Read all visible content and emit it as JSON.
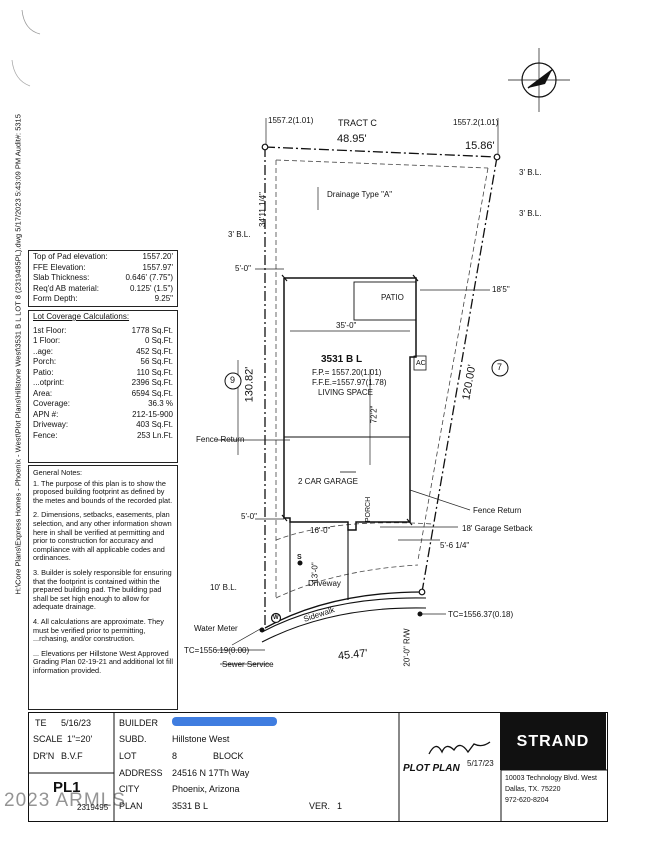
{
  "sidebar_text": "H:\\Core Plans\\Express Homes - Phoenix - West\\Plot Plans\\Hillstone West\\3531 B L LOT 8 (2319495PL).dwg 5/17/2023 5:43:09 PM Audit#: 5315",
  "site": {
    "tract": "TRACT C",
    "top_left_elev": "1557.2(1.01)",
    "top_right_elev": "1557.2(1.01)",
    "dim_top": "48.95'",
    "dim_top_right": "15.86'",
    "drainage": "Drainage Type \"A\"",
    "bl_3_right_top": "3' B.L.",
    "bl_3_right": "3' B.L.",
    "bl_3_left": "3' B.L.",
    "dim_3411": "34'11 1/4\"",
    "dim_5_0_top": "5'-0\"",
    "dim_18_5": "18'5\"",
    "patio": "PATIO",
    "dim_35_0": "35'-0\"",
    "ac": "AC",
    "plan_name": "3531 B L",
    "fp": "F.P.= 1557.20(1.01)",
    "ffe": "F.F.E.=1557.97(1.78)",
    "living": "LIVING SPACE",
    "lot_left": "9",
    "lot_right": "7",
    "dim_left": "130.82'",
    "dim_right": "120.00'",
    "dim_72_2": "72'2\"",
    "fence_return_left": "Fence Return",
    "garage": "2 CAR GARAGE",
    "porch": "PORCH",
    "fence_return_right": "Fence Return",
    "dim_5_0_bot": "5'-0\"",
    "dim_16_0": "16'-0\"",
    "garage_setback": "18' Garage Setback",
    "dim_5_6": "5'-6 1/4\"",
    "bl_10": "10' B.L.",
    "dim_13_0": "13'-0\"",
    "driveway": "Driveway",
    "sidewalk": "Sidewalk",
    "tc_right": "TC=1556.37(0.18)",
    "water_meter": "Water Meter",
    "tc_left": "TC=1556.19(0.00)",
    "dim_45_47": "45.47'",
    "sewer": "Sewer Service",
    "rw": "20'-0\" R/W",
    "w_mark": "W",
    "s_mark": "S"
  },
  "pad": {
    "rows": [
      {
        "label": "Top of Pad elevation:",
        "value": "1557.20'"
      },
      {
        "label": "FFE Elevation:",
        "value": "1557.97'"
      },
      {
        "label": "Slab Thickness:",
        "value": "0.646' (7.75\")"
      },
      {
        "label": "Req'd AB material:",
        "value": "0.125' (1.5\")"
      },
      {
        "label": "Form Depth:",
        "value": "9.25\""
      }
    ]
  },
  "coverage": {
    "title": "Lot Coverage Calculations:",
    "rows": [
      {
        "label": "1st Floor:",
        "value": "1778 Sq.Ft."
      },
      {
        "label": "1 Floor:",
        "value": "0 Sq.Ft."
      },
      {
        "label": "..age:",
        "value": "452 Sq.Ft."
      },
      {
        "label": "Porch:",
        "value": "56 Sq.Ft."
      },
      {
        "label": "Patio:",
        "value": "110 Sq.Ft."
      },
      {
        "label": "...otprint:",
        "value": "2396 Sq.Ft."
      },
      {
        "label": "Area:",
        "value": "6594 Sq.Ft."
      },
      {
        "label": "Coverage:",
        "value": "36.3 %"
      },
      {
        "label": "APN #:",
        "value": "212-15-900"
      },
      {
        "label": "Driveway:",
        "value": "403 Sq.Ft."
      },
      {
        "label": "Fence:",
        "value": "253 Ln.Ft."
      }
    ]
  },
  "notes": {
    "title": "General Notes:",
    "items": [
      "1. The purpose of this plan is to show the proposed building footprint as defined by the metes and bounds of the recorded plat.",
      "2. Dimensions, setbacks, easements, plan selection, and any other information shown here in shall be verified at permitting and prior to construction for accuracy and compliance with all applicable codes and ordinances.",
      "3. Builder is solely responsible for ensuring that the footprint is contained within the prepared building pad. The building pad shall be set high enough to allow for adequate drainage.",
      "4. All calculations are approximate. They must be verified prior to permitting, ...rchasing, and/or construction.",
      "... Elevations per Hillstone West Approved Grading Plan 02-19-21 and additional lot fill information provided."
    ]
  },
  "title_block": {
    "date_label": "TE",
    "date": "5/16/23",
    "scale_label": "SCALE",
    "scale": "1\"=20'",
    "drn_label": "DR'N",
    "drn": "B.V.F",
    "builder_label": "BUILDER",
    "subd_label": "SUBD.",
    "subd": "Hillstone West",
    "lot_label": "LOT",
    "lot": "8",
    "block_label": "BLOCK",
    "address_label": "ADDRESS",
    "address": "24516 N 17Th Way",
    "city_label": "CITY",
    "city": "Phoenix, Arizona",
    "plan_label": "PLAN",
    "plan": "3531 B L",
    "ver_label": "VER.",
    "ver": "1",
    "sheet": "PL1",
    "order": "2319495",
    "plot_plan": "PLOT PLAN",
    "signature_date": "5/17/23",
    "company": "STRAND",
    "company_addr1": "10003 Technology Blvd. West",
    "company_addr2": "Dallas, TX. 75220",
    "company_phone": "972-620-8204",
    "watermark": "2023 ARMLS"
  }
}
